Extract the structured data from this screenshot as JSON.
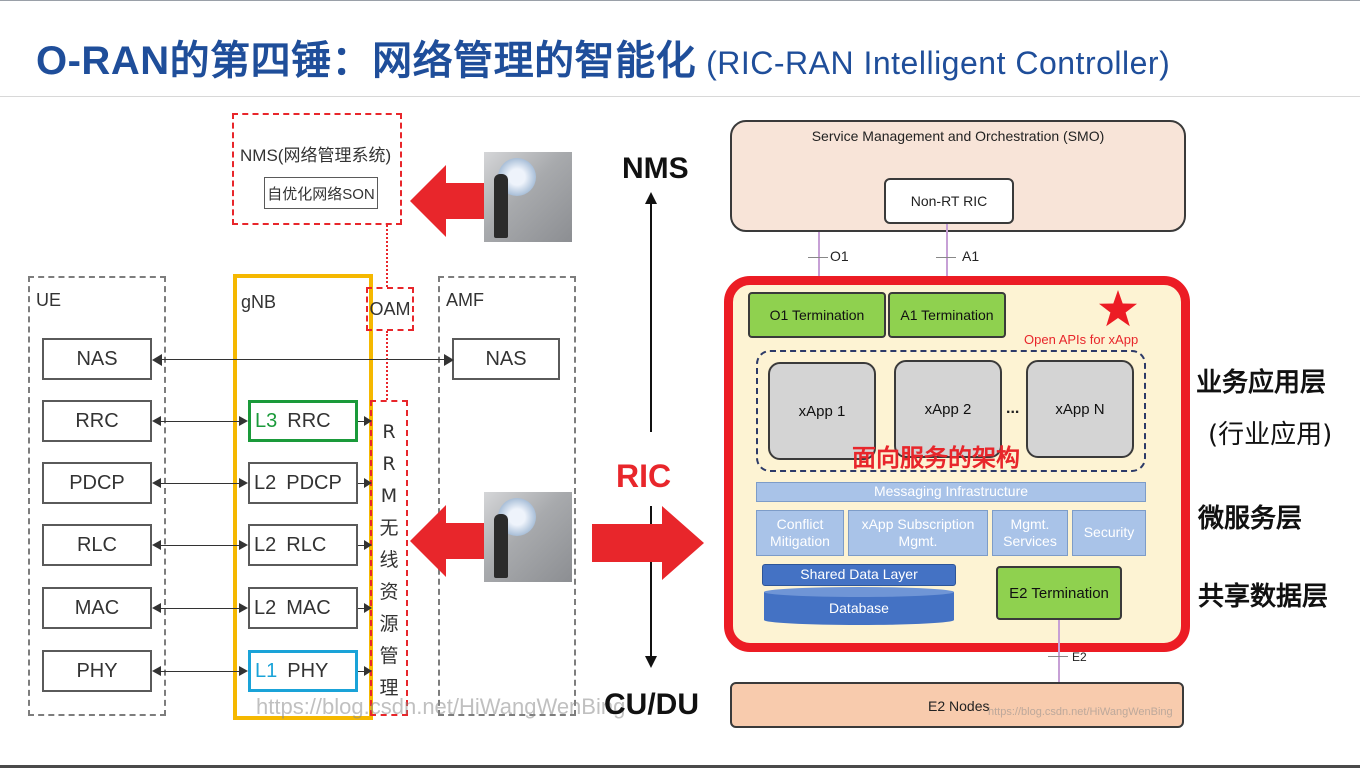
{
  "title": {
    "main": "O-RAN的第四锤：网络管理的智能化",
    "sub": "(RIC-RAN Intelligent Controller)"
  },
  "left_diagram": {
    "nms_label": "NMS(网络管理系统)",
    "son_label": "自优化网络SON",
    "ue_label": "UE",
    "gnb_label": "gNB",
    "amf_label": "AMF",
    "oam_label": "OAM",
    "ue_boxes": [
      "NAS",
      "RRC",
      "PDCP",
      "RLC",
      "MAC",
      "PHY"
    ],
    "gnb_layers": [
      {
        "layer": "L3",
        "name": "RRC",
        "accent": "#1a9a3a"
      },
      {
        "layer": "L2",
        "name": "PDCP",
        "accent": "#5a5a5a"
      },
      {
        "layer": "L2",
        "name": "RLC",
        "accent": "#5a5a5a"
      },
      {
        "layer": "L2",
        "name": "MAC",
        "accent": "#5a5a5a"
      },
      {
        "layer": "L1",
        "name": "PHY",
        "accent": "#1aa3d8"
      }
    ],
    "amf_box": "NAS",
    "rrm_chars": [
      "R",
      "R",
      "M",
      "无",
      "线",
      "资",
      "源",
      "管",
      "理"
    ],
    "watermark": "https://blog.csdn.net/HiWangWenBing"
  },
  "middle": {
    "nms": "NMS",
    "ric": "RIC",
    "cudu": "CU/DU"
  },
  "right_diagram": {
    "smo_label": "Service Management and Orchestration (SMO)",
    "non_rt_ric": "Non-RT RIC",
    "o1": "O1",
    "a1": "A1",
    "o1_termination": "O1 Termination",
    "a1_termination": "A1 Termination",
    "open_apis": "Open APIs for xApp",
    "xapps": [
      "xApp 1",
      "xApp 2",
      "xApp N"
    ],
    "ellipsis": "...",
    "soa_label": "面向服务的架构",
    "messaging": "Messaging Infrastructure",
    "services": [
      "Conflict Mitigation",
      "xApp Subscription Mgmt.",
      "Mgmt. Services",
      "Security"
    ],
    "shared_data_layer": "Shared Data Layer",
    "database": "Database",
    "e2_termination": "E2 Termination",
    "e2": "E2",
    "e2_nodes": "E2 Nodes",
    "watermark": "https://blog.csdn.net/HiWangWenBing"
  },
  "layers": {
    "business": "业务应用层",
    "industry": "(行业应用)",
    "microservice": "微服务层",
    "shared_data": "共享数据层"
  },
  "colors": {
    "title_blue": "#1f4e9a",
    "red": "#e8262b",
    "gnb_yellow": "#f5b800",
    "green_button": "#8fd14f",
    "blue_box": "#a9c3e8"
  }
}
